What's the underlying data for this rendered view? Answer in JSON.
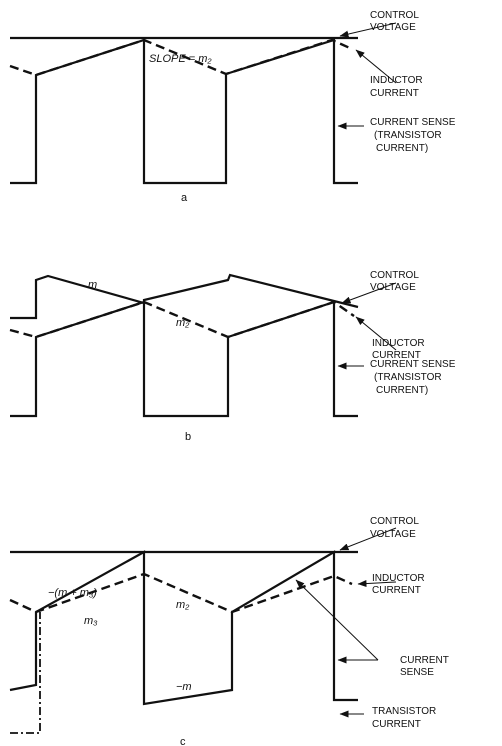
{
  "panels": [
    {
      "caption": "a",
      "labels": {
        "control_voltage": [
          "CONTROL",
          "VOLTAGE"
        ],
        "inductor_current": [
          "INDUCTOR",
          "CURRENT"
        ],
        "current_sense": [
          "CURRENT SENSE",
          "(TRANSISTOR",
          "CURRENT)"
        ]
      },
      "slope_labels": [
        "SLOPE = m₂"
      ]
    },
    {
      "caption": "b",
      "labels": {
        "control_voltage": [
          "CONTROL",
          "VOLTAGE"
        ],
        "inductor_current": [
          "INDUCTOR",
          "CURRENT"
        ],
        "current_sense": [
          "CURRENT SENSE",
          "(TRANSISTOR",
          "CURRENT)"
        ]
      },
      "slope_labels": [
        "m",
        "m₂"
      ]
    },
    {
      "caption": "c",
      "labels": {
        "control_voltage": [
          "CONTROL",
          "VOLTAGE"
        ],
        "inductor_current": [
          "INDUCTOR",
          "CURRENT"
        ],
        "current_sense": [
          "CURRENT",
          "SENSE"
        ],
        "transistor_current": [
          "TRANSISTOR",
          "CURRENT"
        ]
      },
      "slope_labels": [
        "−(m + m₃)",
        "m₃",
        "m₂",
        "−m"
      ]
    }
  ]
}
